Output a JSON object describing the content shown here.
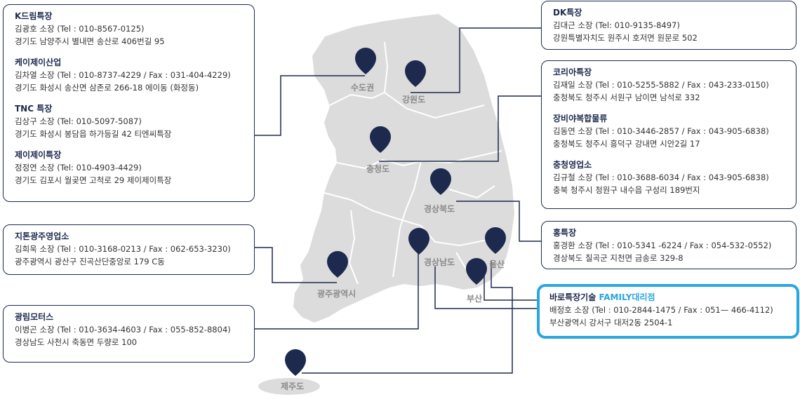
{
  "regions": [
    {
      "id": "sudogwon",
      "label": "수도권"
    },
    {
      "id": "gangwon",
      "label": "강원도"
    },
    {
      "id": "chungcheong",
      "label": "충청도"
    },
    {
      "id": "gyeongbuk",
      "label": "경상북도"
    },
    {
      "id": "gwangju",
      "label": "광주광역시"
    },
    {
      "id": "gyeongnam",
      "label": "경상남도"
    },
    {
      "id": "ulsan",
      "label": "울산"
    },
    {
      "id": "busan",
      "label": "부산"
    },
    {
      "id": "jeju",
      "label": "제주도"
    }
  ],
  "cards": [
    {
      "id": "sudogwon",
      "entries": [
        {
          "name": "K드림특장",
          "lines": [
            "김광호 소장 (Tel : 010-8567-0125)",
            "경기도 남양주시 별내면 송산로 406번길 95"
          ]
        },
        {
          "name": "케이제이산업",
          "lines": [
            "김차열 소장 (Tel : 010-8737-4229 / Fax : 031-404-4229)",
            "경기도 화성시 송산면 삼존로 266-18 에이동 (화정동)"
          ]
        },
        {
          "name": "TNC 특장",
          "lines": [
            "김상구 소장 (Tel: 010-5097-5087)",
            "경기도 화성시 봉담읍 하가등길 42 티엔씨특장"
          ]
        },
        {
          "name": "제이제이특장",
          "lines": [
            "정정연 소장 (Tel: 010-4903-4429)",
            "경기도 김포시 월곶면 고척로 29  제이제이특장"
          ]
        }
      ]
    },
    {
      "id": "gangwon",
      "entries": [
        {
          "name": "DK특장",
          "lines": [
            "김대근 소장 (Tel: 010-9135-8497)",
            "강원특별자치도 원주시 호저면 원문로 502"
          ]
        }
      ]
    },
    {
      "id": "chungcheong",
      "entries": [
        {
          "name": "코리아특장",
          "lines": [
            "김재일 소장 (Tel : 010-5255-5882 / Fax : 043-233-0150)",
            "충청북도 청주시 서원구 남이면 남석로 332"
          ]
        },
        {
          "name": "장비야복합물류",
          "lines": [
            "김동연 소장 (Tel : 010-3446-2857 / Fax : 043-905-6838)",
            "충청북도 청주시 흥덕구 강내면 시안2길 17"
          ]
        },
        {
          "name": "충청영업소",
          "lines": [
            "김규철 소장 (Tel : 010-3688-6034 / Fax : 043-905-6838)",
            "충북 청주시 청원구 내수읍 구성리 189번지"
          ]
        }
      ]
    },
    {
      "id": "gwangju",
      "entries": [
        {
          "name": "지톤광주영업소",
          "lines": [
            "김희욱 소장 (Tel : 010-3168-0213 / Fax : 062-653-3230)",
            "광주광역시 광산구 진곡산단중앙로 179 C동"
          ]
        }
      ]
    },
    {
      "id": "gyeongbuk",
      "entries": [
        {
          "name": "홍특장",
          "lines": [
            "홍경환 소장 (Tel : 010-5341 -6224 / Fax : 054-532-0552)",
            "경상북도 칠곡군 지천면 금송로 329-8"
          ]
        }
      ]
    },
    {
      "id": "busan",
      "highlight": true,
      "entries": [
        {
          "name": "바로특장기술",
          "tag": "FAMILY대리점",
          "lines": [
            "배정호 소장 (Tel : 010-2844-1475 / Fax : 051— 466-4112)",
            "부산광역시 강서구 대저2동 2504-1"
          ]
        }
      ]
    },
    {
      "id": "gyeongnam",
      "entries": [
        {
          "name": "광림모터스",
          "lines": [
            "이병곤 소장 (Tel : 010-3634-4603 / Fax : 055-852-8804)",
            "경상남도 사천시 축동면 두량로 100"
          ]
        }
      ]
    }
  ]
}
